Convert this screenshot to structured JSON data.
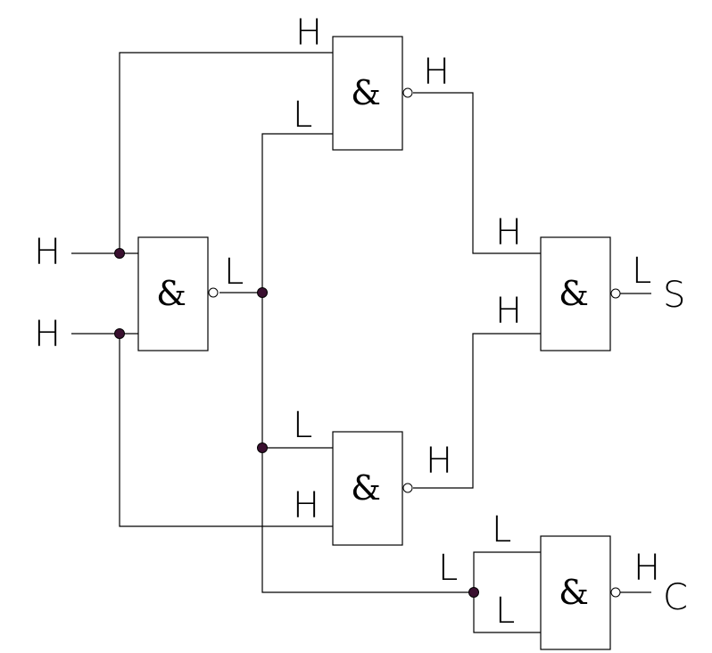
{
  "colors": {
    "line": "#000000",
    "junction": "#3a1030",
    "background": "#ffffff"
  },
  "gate_symbol": "&",
  "inputs": {
    "a": "H",
    "b": "H"
  },
  "outputs": {
    "s_name": "S",
    "c_name": "C"
  },
  "levels": {
    "g1_out": "L",
    "g2_in_top": "H",
    "g2_in_bottom": "L",
    "g2_out": "H",
    "g3_in_top": "L",
    "g3_in_bottom": "H",
    "g3_out": "H",
    "g4_in_top": "H",
    "g4_in_bottom": "H",
    "s_value": "L",
    "c_wire": "L",
    "g5_in_top": "L",
    "g5_in_bottom": "L",
    "c_value": "H"
  }
}
